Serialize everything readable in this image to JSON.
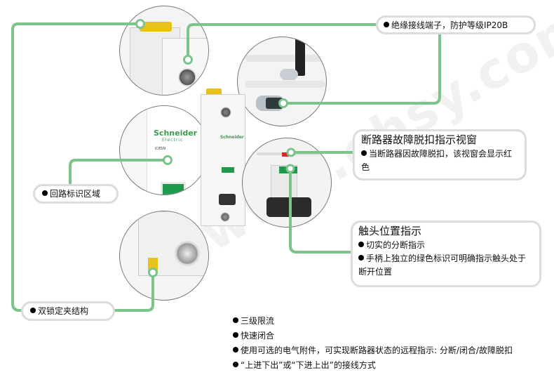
{
  "colors": {
    "connector": "#7cc48c",
    "callout_border": "#dcdcdc",
    "fault_window": "#d42a2a",
    "contact_indicator": "#1f9a4a",
    "clamp_yellow": "#e8c21a",
    "brand_green": "#3a9b4c"
  },
  "watermark": "www.ehsy.com",
  "product": {
    "brand": "Schneider",
    "brand_sub": "Electric",
    "model": "iC65N"
  },
  "callouts": {
    "terminal": {
      "bullet": "绝缘接线端子，防护等级IP20B"
    },
    "fault_window": {
      "title": "断路器故障脱扣指示视窗",
      "bullet": "当断路器因故障脱扣，该视窗会显示红色"
    },
    "contact_position": {
      "title": "触头位置指示",
      "bullets": [
        "切实的分断指示",
        "手柄上独立的绿色标识可明确指示触头处于断开位置"
      ]
    },
    "circuit_label": {
      "bullet": "回路标识区域"
    },
    "double_clamp": {
      "bullet": "双锁定夹结构"
    }
  },
  "features": [
    "三级限流",
    "快速闭合",
    "使用可选的电气附件，可实现断路器状态的远程指示: 分断/闭合/故障脱扣",
    "“上进下出”或“下进上出”的接线方式"
  ]
}
